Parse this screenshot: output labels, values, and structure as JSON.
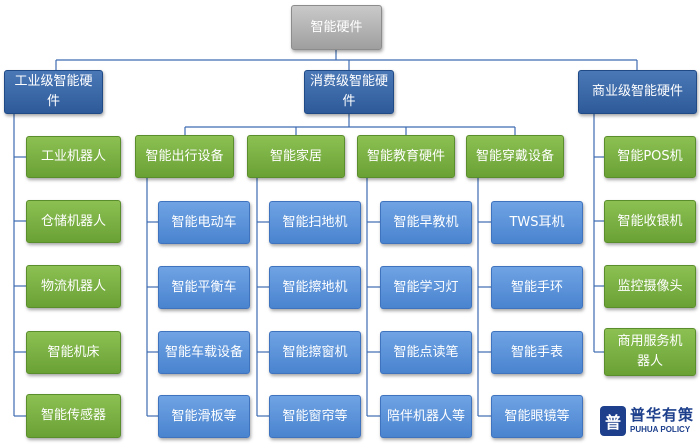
{
  "root": "智能硬件",
  "branches": [
    {
      "label": "工业级智能硬件",
      "children": [
        "工业机器人",
        "仓储机器人",
        "物流机器人",
        "智能机床",
        "智能传感器"
      ]
    },
    {
      "label": "消费级智能硬件",
      "groups": [
        {
          "label": "智能出行设备",
          "children": [
            "智能电动车",
            "智能平衡车",
            "智能车载设备",
            "智能滑板等"
          ]
        },
        {
          "label": "智能家居",
          "children": [
            "智能扫地机",
            "智能擦地机",
            "智能擦窗机",
            "智能窗帘等"
          ]
        },
        {
          "label": "智能教育硬件",
          "children": [
            "智能早教机",
            "智能学习灯",
            "智能点读笔",
            "陪伴机器人等"
          ]
        },
        {
          "label": "智能穿戴设备",
          "children": [
            "TWS耳机",
            "智能手环",
            "智能手表",
            "智能眼镜等"
          ]
        }
      ]
    },
    {
      "label": "商业级智能硬件",
      "children": [
        "智能POS机",
        "智能收银机",
        "监控摄像头",
        "商用服务机器人"
      ]
    }
  ],
  "logo": {
    "mark": "普",
    "name_cn": "普华有策",
    "name_en": "PUHUA POLICY"
  },
  "colors": {
    "root": "#b0b0b0",
    "branch": "#3a67a8",
    "industrial_leaf": "#78ad41",
    "consumer_leaf": "#5b93db",
    "connector": "#3e6bb0"
  }
}
